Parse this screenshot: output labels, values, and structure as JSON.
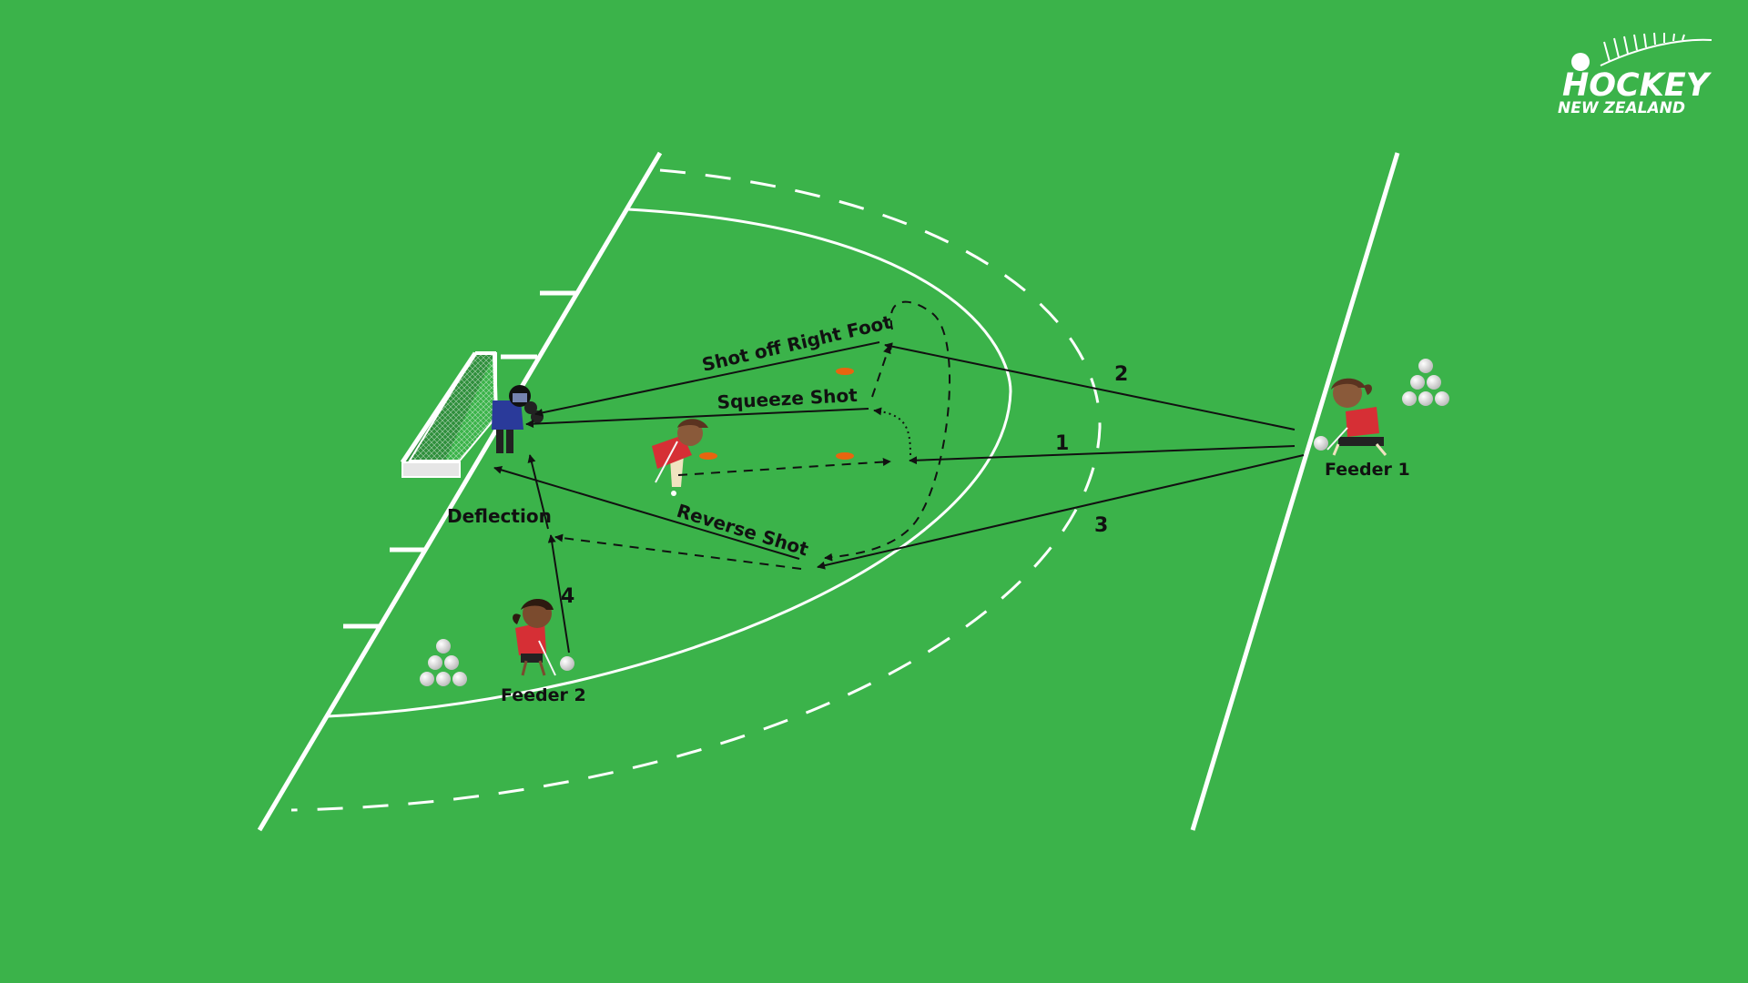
{
  "colors": {
    "pitch": "#3bb34a",
    "line": "#ffffff",
    "arrow": "#111111",
    "cone": "#e8650f",
    "jersey": "#d62f35",
    "goalie": "#2a3a9a"
  },
  "logo": {
    "line1": "HOCKEY",
    "line2": "NEW ZEALAND"
  },
  "players": {
    "feeder1": "Feeder 1",
    "feeder2": "Feeder 2"
  },
  "passes": {
    "p1": "1",
    "p2": "2",
    "p3": "3",
    "p4": "4"
  },
  "shots": {
    "right_foot": "Shot off Right Foot",
    "squeeze": "Squeeze Shot",
    "reverse": "Reverse Shot",
    "deflection": "Deflection"
  },
  "icons": {
    "goal": "goal-net-icon",
    "goalkeeper": "goalkeeper-icon",
    "attacker": "attacker-icon",
    "feeder": "feeder-icon",
    "balls": "ball-pile-icon",
    "cone": "cone-icon"
  }
}
